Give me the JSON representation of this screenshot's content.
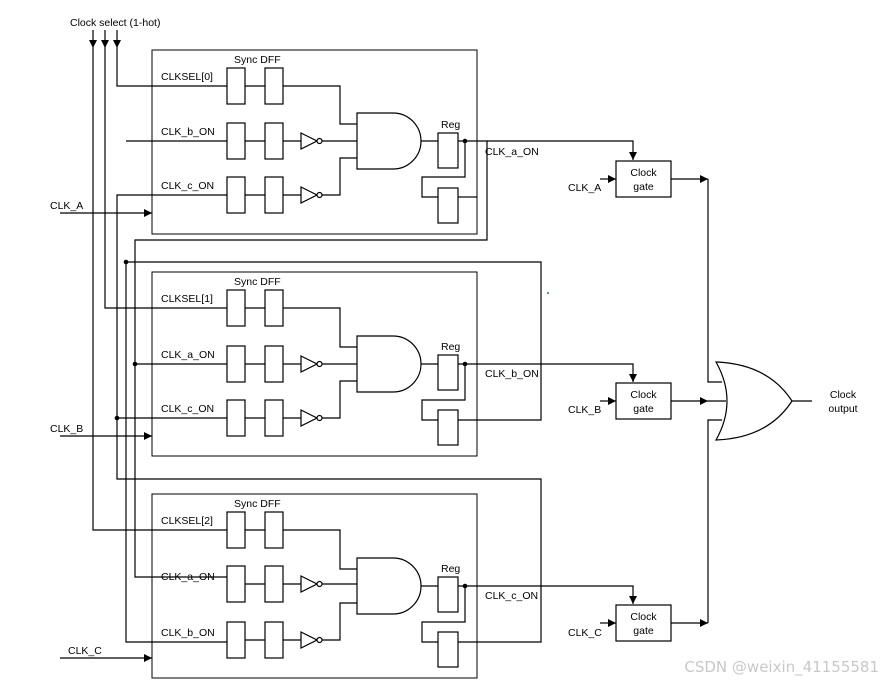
{
  "labels": {
    "clock_select": "Clock select (1-hot)",
    "sync_dff": "Sync DFF",
    "reg": "Reg",
    "clock_gate_1": "Clock",
    "clock_gate_2": "gate",
    "clock_output_1": "Clock",
    "clock_output_2": "output"
  },
  "blocks": [
    {
      "clock_input": "CLK_A",
      "sel": "CLKSEL[0]",
      "in1": "CLK_b_ON",
      "in2": "CLK_c_ON",
      "out": "CLK_a_ON",
      "gate_clk": "CLK_A"
    },
    {
      "clock_input": "CLK_B",
      "sel": "CLKSEL[1]",
      "in1": "CLK_a_ON",
      "in2": "CLK_c_ON",
      "out": "CLK_b_ON",
      "gate_clk": "CLK_B"
    },
    {
      "clock_input": "CLK_C",
      "sel": "CLKSEL[2]",
      "in1": "CLK_a_ON",
      "in2": "CLK_b_ON",
      "out": "CLK_c_ON",
      "gate_clk": "CLK_C"
    }
  ],
  "watermark": "CSDN @weixin_41155581"
}
